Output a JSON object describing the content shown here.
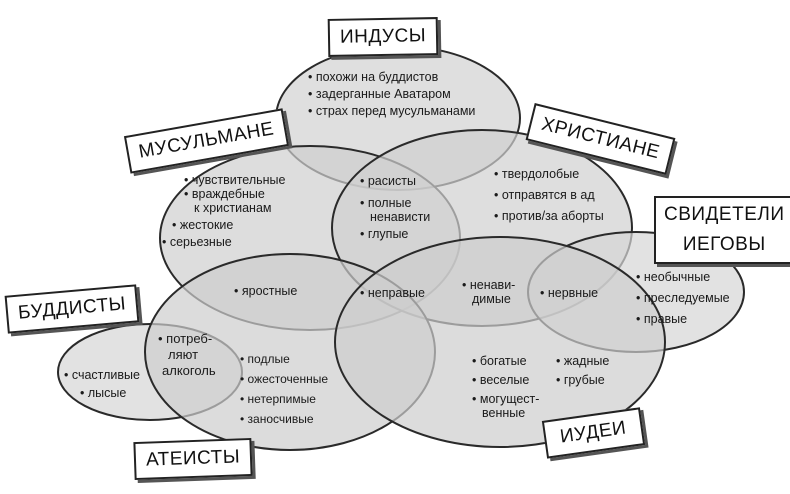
{
  "groups": {
    "hindus": "ИНДУСЫ",
    "muslims": "МУСУЛЬМАНЕ",
    "christians": "ХРИСТИАНЕ",
    "jehovah_line1": "СВИДЕТЕЛИ",
    "jehovah_line2": "ИЕГОВЫ",
    "buddhists": "БУДДИСТЫ",
    "atheists": "АТЕИСТЫ",
    "jews": "ИУДЕИ"
  },
  "labels": {
    "hindus": [
      "• похожи на буддистов",
      "• задерганные Аватаром",
      "• страх перед мусульманами"
    ],
    "christians": [
      "• твердолобые",
      "• отправятся в ад",
      "• против/за аборты"
    ],
    "hindus_muslims_christians": [
      "• расисты"
    ],
    "muslims_christians": [
      "• полные",
      "ненависти",
      "• глупые"
    ],
    "muslims": [
      "• чувствительные",
      "• враждебные",
      "к христианам",
      "• жестокие",
      "• серьезные"
    ],
    "muslims_buddhists_atheists": [
      "• яростные"
    ],
    "center": [
      "• неправые"
    ],
    "christians_jews": [
      "• ненави-",
      "димые"
    ],
    "christians_jehovah_jews": [
      "• нервные"
    ],
    "jehovah": [
      "• необычные",
      "• преследуемые",
      "• правые"
    ],
    "buddhists_atheists": [
      "• потреб-",
      "ляют",
      "алкоголь"
    ],
    "buddhists": [
      "• счастливые",
      "• лысые"
    ],
    "atheists": [
      "• подлые",
      "• ожесточенные",
      "• нетерпимые",
      "• заносчивые"
    ],
    "jews_center": [
      "• богатые",
      "• веселые",
      "• могущест-",
      "венные"
    ],
    "jews": [
      "• жадные",
      "• грубые"
    ]
  },
  "colors": {
    "fill": "#c9c9c9",
    "stroke": "#2a2a2a",
    "overlap": "#b4b4b4"
  }
}
